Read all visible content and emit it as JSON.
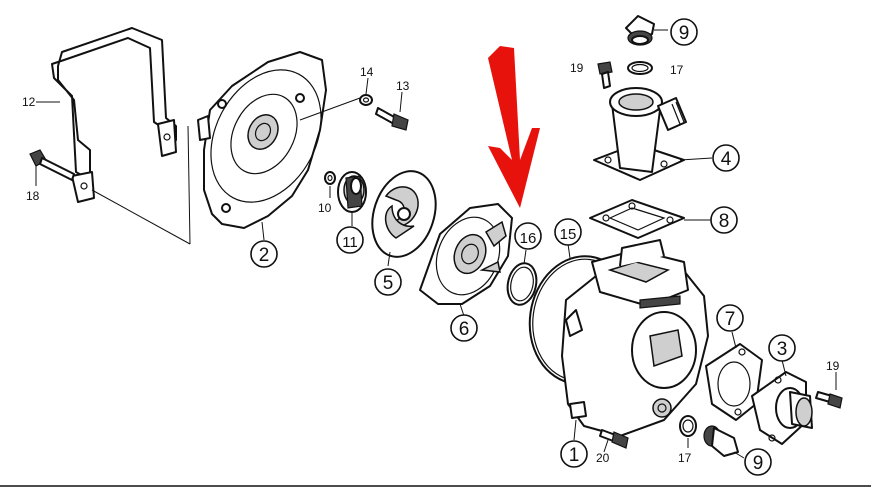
{
  "callouts": {
    "c1": "1",
    "c2": "2",
    "c3": "3",
    "c4": "4",
    "c5": "5",
    "c6": "6",
    "c7": "7",
    "c8": "8",
    "c9a": "9",
    "c9b": "9",
    "c11": "11",
    "c15": "15",
    "c16": "16",
    "l10": "10",
    "l12": "12",
    "l13": "13",
    "l14": "14",
    "l17a": "17",
    "l17b": "17",
    "l18": "18",
    "l19a": "19",
    "l19b": "19",
    "l20": "20"
  },
  "colors": {
    "arrow": "#e8120c",
    "line": "#111111",
    "background": "#ffffff"
  }
}
